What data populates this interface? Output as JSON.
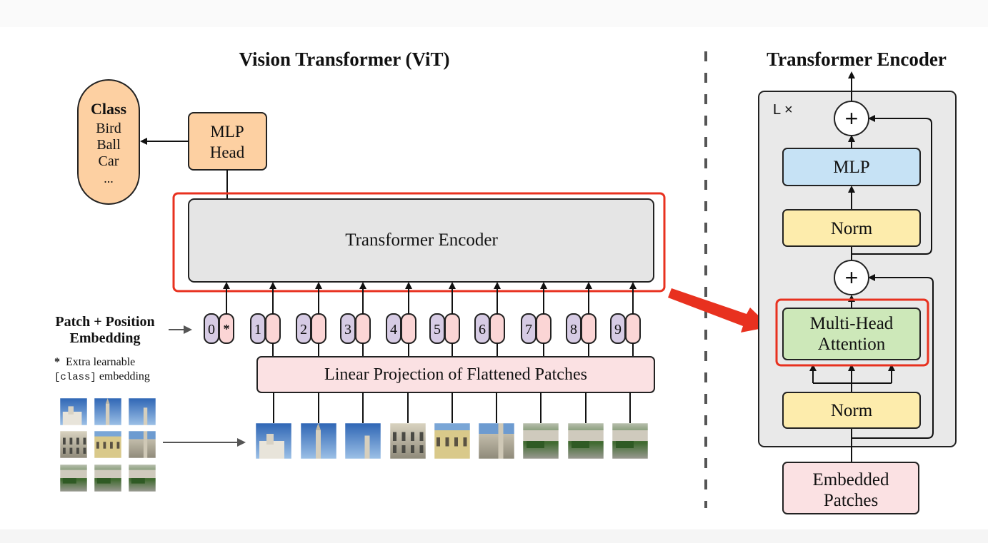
{
  "vit": {
    "title": "Vision Transformer (ViT)",
    "class_box": {
      "heading": "Class",
      "items": [
        "Bird",
        "Ball",
        "Car",
        "..."
      ]
    },
    "mlp_head": [
      "MLP",
      "Head"
    ],
    "transformer_encoder": "Transformer Encoder",
    "embedding_label": [
      "Patch + Position",
      "Embedding"
    ],
    "extra_note": {
      "star": "*",
      "line1": "Extra learnable",
      "code": "[class]",
      "line2_rest": " embedding"
    },
    "tokens": [
      "0",
      "1",
      "2",
      "3",
      "4",
      "5",
      "6",
      "7",
      "8",
      "9"
    ],
    "class_token_marker": "*",
    "linear_projection": "Linear Projection of Flattened Patches"
  },
  "encoder": {
    "title": "Transformer Encoder",
    "repeat": "L ×",
    "add_symbol": "+",
    "mlp": "MLP",
    "norm": "Norm",
    "mha": [
      "Multi-Head",
      "Attention"
    ],
    "embedded_patches": [
      "Embedded",
      "Patches"
    ]
  },
  "colors": {
    "orange": "#fdd0a2",
    "gray_box": "#e5e5e5",
    "pink": "#fbe1e3",
    "purple": "#d6cbe4",
    "light_pink": "#fbd5d5",
    "blue": "#c6e2f5",
    "yellow": "#fdecac",
    "green": "#cde8b9",
    "red": "#e8311f",
    "panel": "#e9e9e9"
  }
}
